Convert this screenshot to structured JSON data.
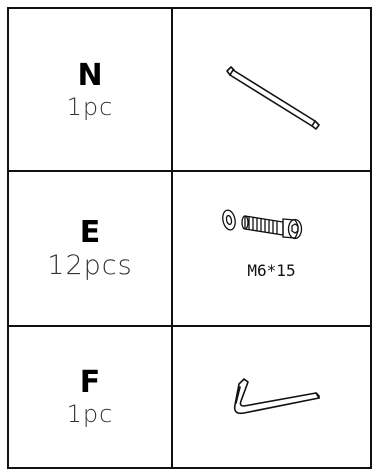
{
  "parts": [
    {
      "letter": "N",
      "quantity": "1pc",
      "icon": "rod-icon"
    },
    {
      "letter": "E",
      "quantity": "12pcs",
      "icon": "bolt-washer-icon",
      "spec": "M6*15"
    },
    {
      "letter": "F",
      "quantity": "1pc",
      "icon": "allen-key-icon"
    }
  ]
}
